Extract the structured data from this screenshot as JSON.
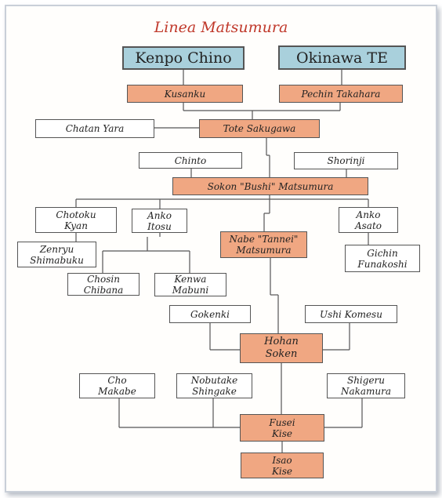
{
  "title": "Linea Matsumura",
  "nodes": {
    "kenpo_chino": "Kenpo Chino",
    "okinawa_te": "Okinawa TE",
    "kusanku": "Kusanku",
    "pechin_takahara": "Pechin Takahara",
    "chatan_yara": "Chatan Yara",
    "tote_sakugawa": "Tote Sakugawa",
    "chinto": "Chinto",
    "shorinji": "Shorinji",
    "sokon_matsumura": "Sokon \"Bushi\" Matsumura",
    "chotoku_kyan": "Chotoku\nKyan",
    "anko_itosu": "Anko\nItosu",
    "nabe_matsumura": "Nabe \"Tannei\"\nMatsumura",
    "anko_asato": "Anko\nAsato",
    "zenryu_shimabuku": "Zenryu\nShimabuku",
    "gichin_funakoshi": "Gichin\nFunakoshi",
    "chosin_chibana": "Chosin\nChibana",
    "kenwa_mabuni": "Kenwa\nMabuni",
    "gokenki": "Gokenki",
    "ushi_komesu": "Ushi Komesu",
    "hohan_soken": "Hohan\nSoken",
    "cho_makabe": "Cho\nMakabe",
    "nobutake_shingake": "Nobutake\nShingake",
    "shigeru_nakamura": "Shigeru\nNakamura",
    "fusei_kise": "Fusei\nKise",
    "isao_kise": "Isao\nKise"
  },
  "colors": {
    "origin_fill": "#a9d0dc",
    "lineage_fill": "#f0a782",
    "other_fill": "#ffffff",
    "title": "#c0392b"
  }
}
